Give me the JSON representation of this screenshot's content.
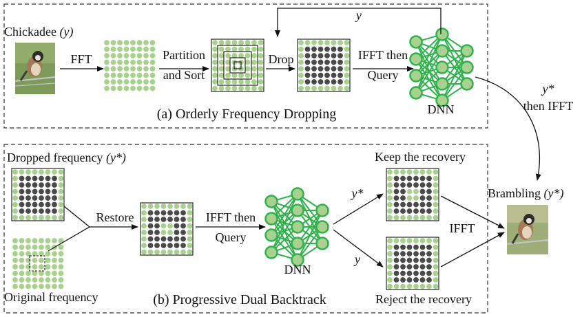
{
  "colors": {
    "green_dot": "#a9d18e",
    "dark_dot": "#4a4a4a",
    "dnn_green": "#2db34a",
    "line": "#111111",
    "photo_bg": "#7e9a58"
  },
  "panel_a": {
    "title": "(a) Orderly Frequency Dropping",
    "input_label": "Chickadee",
    "input_label_var": "(y)",
    "fft_label": "FFT",
    "partition_label_1": "Partition",
    "partition_label_2": "and Sort",
    "drop_label": "Drop",
    "ifft_query_1": "IFFT then",
    "ifft_query_2": "Query",
    "dnn_label": "DNN",
    "feedback_label": "y"
  },
  "middle": {
    "ystar_label": "y*",
    "then_ifft_label": "then IFFT"
  },
  "panel_b": {
    "title": "(b) Progressive Dual Backtrack",
    "dropped_freq_label": "Dropped frequency",
    "dropped_freq_var": "(y*)",
    "original_freq_label": "Original frequency",
    "restore_label": "Restore",
    "ifft_query_1": "IFFT then",
    "ifft_query_2": "Query",
    "dnn_label": "DNN",
    "keep_label": "Keep the recovery",
    "reject_label": "Reject the recovery",
    "ystar_branch": "y*",
    "y_branch": "y",
    "ifft_label": "IFFT"
  },
  "output": {
    "label": "Brambling",
    "label_var": "(y*)"
  }
}
